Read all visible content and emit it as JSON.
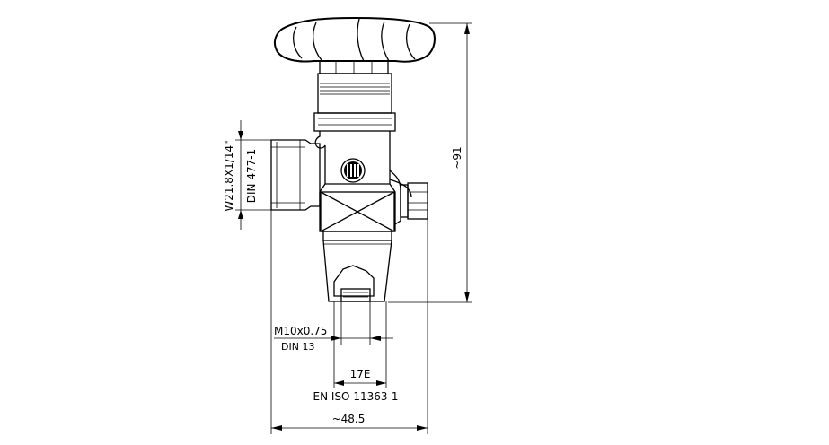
{
  "dimensions": {
    "height": "~91",
    "width": "~48.5",
    "outlet_thread": "W21.8X1/14\"",
    "outlet_standard": "DIN 477-1",
    "inlet_thread": "M10x0.75",
    "inlet_standard": "DIN 13",
    "taper": "17E",
    "taper_standard": "EN ISO 11363-1"
  }
}
